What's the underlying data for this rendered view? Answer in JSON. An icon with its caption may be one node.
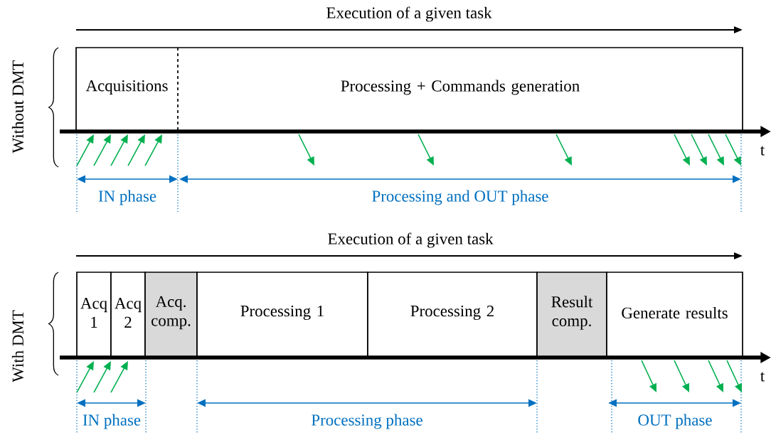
{
  "diagram": {
    "nodes": [
      {
        "text": [
          "Acquisitions"
        ]
      },
      {
        "text": [
          "Processing + Commands generation"
        ]
      },
      {
        "text": [
          "Acq 1"
        ]
      },
      {
        "text": [
          "Acq 2"
        ]
      },
      {
        "text": [
          "Acq. comp."
        ]
      },
      {
        "text": [
          "Processing 1"
        ]
      },
      {
        "text": [
          "Processing 2"
        ]
      },
      {
        "text": [
          "Result comp."
        ]
      },
      {
        "text": [
          "Generate results"
        ]
      }
    ],
    "labels": [
      "Execution of a given task",
      "Without DMT",
      "t",
      "IN phase",
      "Processing and OUT phase",
      "Execution of a given task",
      "With DMT",
      "t",
      "IN phase",
      "Processing phase",
      "OUT phase"
    ]
  }
}
